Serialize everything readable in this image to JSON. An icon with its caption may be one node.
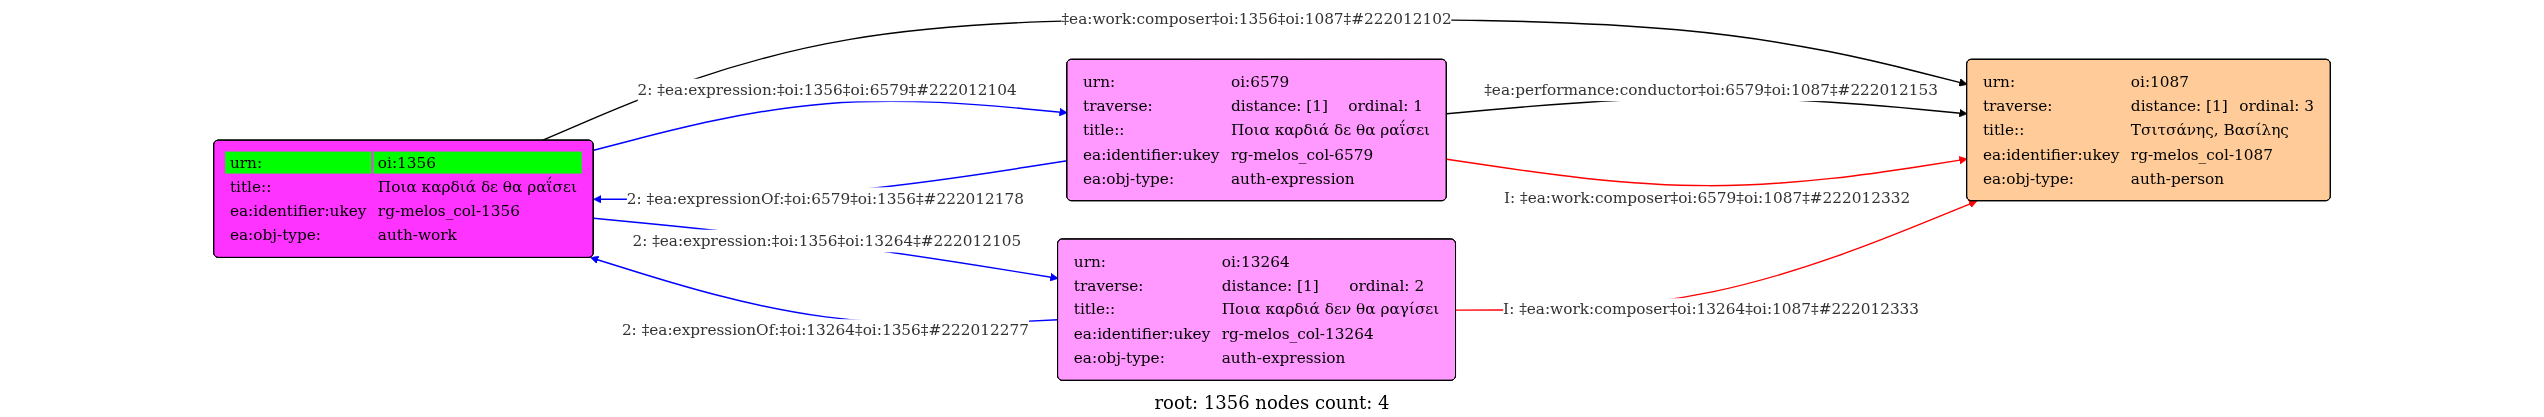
{
  "diagram": {
    "caption": "root: 1356 nodes count: 4",
    "nodes": [
      {
        "text": [
          "urn:",
          "oi:1356",
          "title::",
          "Ποια καρδιά δε θα ραΐσει",
          "ea:identifier:ukey",
          "rg-melos_col-1356",
          "ea:obj-type:",
          "auth-work"
        ]
      },
      {
        "text": [
          "urn:",
          "oi:6579",
          "traverse:",
          "distance: [1]",
          "ordinal: 1",
          "title::",
          "Ποια καρδιά δε θα ραΐσει",
          "ea:identifier:ukey",
          "rg-melos_col-6579",
          "ea:obj-type:",
          "auth-expression"
        ]
      },
      {
        "text": [
          "urn:",
          "oi:13264",
          "traverse:",
          "distance: [1]",
          "ordinal: 2",
          "title::",
          "Ποια καρδιά δεν θα ραγίσει",
          "ea:identifier:ukey",
          "rg-melos_col-13264",
          "ea:obj-type:",
          "auth-expression"
        ]
      },
      {
        "text": [
          "urn:",
          "oi:1087",
          "traverse:",
          "distance: [1]",
          "ordinal: 3",
          "title::",
          "Τσιτσάνης, Βασίλης",
          "ea:identifier:ukey",
          "rg-melos_col-1087",
          "ea:obj-type:",
          "auth-person"
        ]
      }
    ],
    "edges": [
      {
        "from": 0,
        "to": 3,
        "arrow": "to",
        "label": "‡ea:work:composer‡oi:1356‡oi:1087‡#222012102",
        "color": "#000000"
      },
      {
        "from": 0,
        "to": 1,
        "arrow": "to",
        "label": "2: ‡ea:expression:‡oi:1356‡oi:6579‡#222012104",
        "color": "#0000ff"
      },
      {
        "from": 1,
        "to": 0,
        "arrow": "to",
        "label": "2: ‡ea:expressionOf:‡oi:6579‡oi:1356‡#222012178",
        "color": "#0000ff"
      },
      {
        "from": 0,
        "to": 2,
        "arrow": "to",
        "label": "2: ‡ea:expression:‡oi:1356‡oi:13264‡#222012105",
        "color": "#0000ff"
      },
      {
        "from": 2,
        "to": 0,
        "arrow": "to",
        "label": "2: ‡ea:expressionOf:‡oi:13264‡oi:1356‡#222012277",
        "color": "#0000ff"
      },
      {
        "from": 1,
        "to": 3,
        "arrow": "to",
        "label": "‡ea:performance:conductor‡oi:6579‡oi:1087‡#222012153",
        "color": "#000000"
      },
      {
        "from": 1,
        "to": 3,
        "arrow": "to",
        "label": "I: ‡ea:work:composer‡oi:6579‡oi:1087‡#222012332",
        "color": "#ff0000"
      },
      {
        "from": 2,
        "to": 3,
        "arrow": "to",
        "label": "I: ‡ea:work:composer‡oi:13264‡oi:1087‡#222012333",
        "color": "#ff0000"
      }
    ]
  }
}
